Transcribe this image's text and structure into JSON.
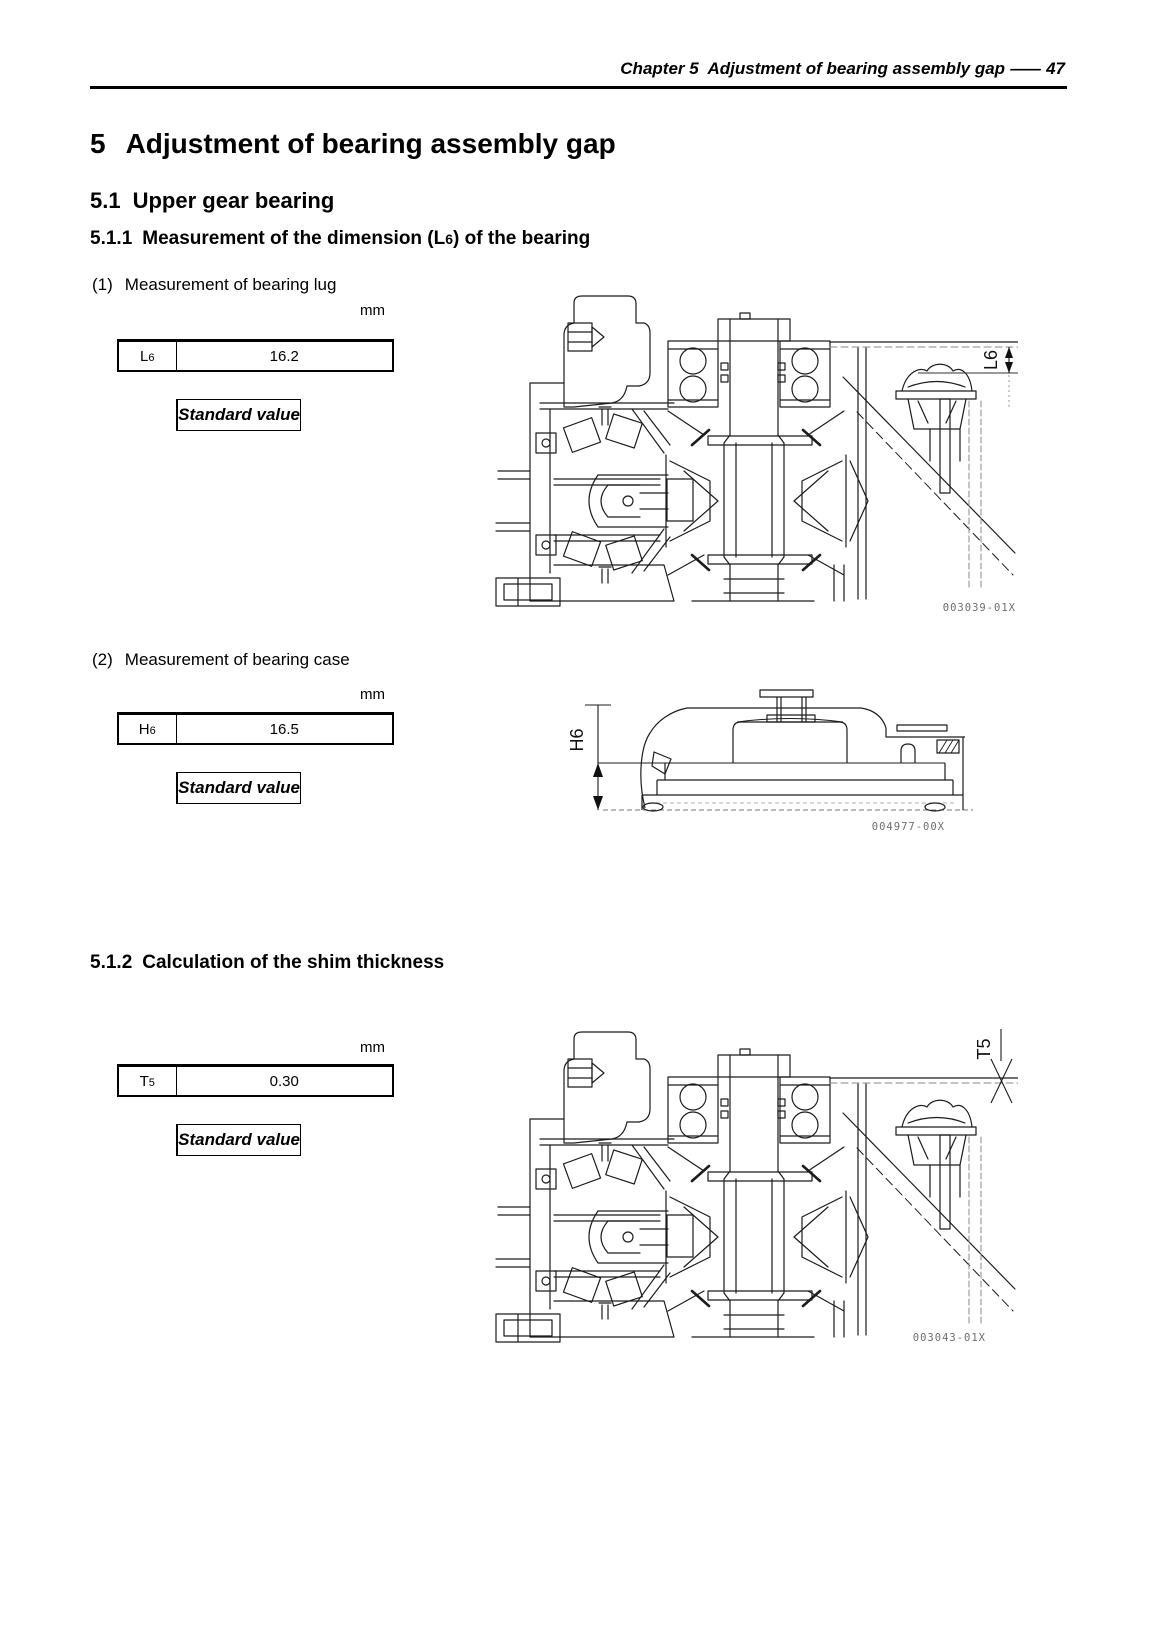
{
  "header": {
    "chapter_label": "Chapter 5  Adjustment of bearing assembly gap",
    "dash": "—",
    "page_number": "47"
  },
  "headings": {
    "h1_num": "5",
    "h1_text": "Adjustment of bearing assembly gap",
    "h2_num": "5.1",
    "h2_text": "Upper gear bearing",
    "h3_num": "5.1.1",
    "h3_text_prefix": "Measurement of the dimension (L",
    "h3_text_sub": "6",
    "h3_text_suffix": ") of the bearing",
    "h4_num": "5.1.2",
    "h4_text": "Calculation of the shim thickness"
  },
  "item1": {
    "num": "(1)",
    "label": "Measurement of bearing lug",
    "unit": "mm",
    "table": {
      "header": "Standard value",
      "row_label_main": "L",
      "row_label_sub": "6",
      "value": "16.2"
    },
    "figure": {
      "code": "003039-01X",
      "dim_label": "L6"
    }
  },
  "item2": {
    "num": "(2)",
    "label": "Measurement of bearing case",
    "unit": "mm",
    "table": {
      "header": "Standard value",
      "row_label_main": "H",
      "row_label_sub": "6",
      "value": "16.5"
    },
    "figure": {
      "code": "004977-00X",
      "dim_label": "H6"
    }
  },
  "item3": {
    "unit": "mm",
    "table": {
      "header": "Standard value",
      "row_label_main": "T",
      "row_label_sub": "5",
      "value": "0.30"
    },
    "figure": {
      "code": "003043-01X",
      "dim_label": "T5"
    }
  }
}
